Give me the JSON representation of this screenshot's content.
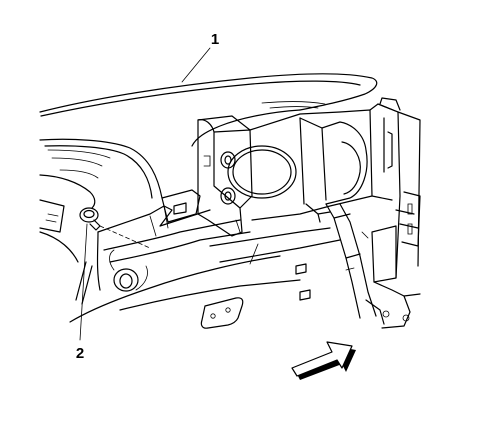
{
  "callouts": [
    {
      "number": "1",
      "part": "instrument-panel"
    },
    {
      "number": "2",
      "part": "fastener"
    }
  ],
  "icons": {
    "direction_arrow": "front-of-vehicle-arrow-icon"
  },
  "colors": {
    "line": "#000000",
    "background": "#ffffff"
  }
}
